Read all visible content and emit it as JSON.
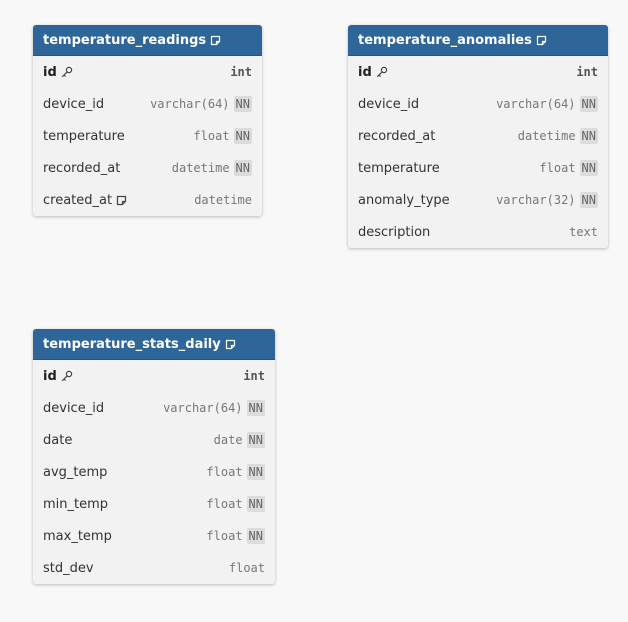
{
  "tables": [
    {
      "title": "temperature_readings",
      "rows": [
        {
          "name": "id",
          "type": "int",
          "nn": "",
          "pk": true,
          "note": false
        },
        {
          "name": "device_id",
          "type": "varchar(64)",
          "nn": "NN"
        },
        {
          "name": "temperature",
          "type": "float",
          "nn": "NN"
        },
        {
          "name": "recorded_at",
          "type": "datetime",
          "nn": "NN"
        },
        {
          "name": "created_at",
          "type": "datetime",
          "nn": "",
          "note": true
        }
      ]
    },
    {
      "title": "temperature_anomalies",
      "rows": [
        {
          "name": "id",
          "type": "int",
          "nn": "",
          "pk": true
        },
        {
          "name": "device_id",
          "type": "varchar(64)",
          "nn": "NN"
        },
        {
          "name": "recorded_at",
          "type": "datetime",
          "nn": "NN"
        },
        {
          "name": "temperature",
          "type": "float",
          "nn": "NN"
        },
        {
          "name": "anomaly_type",
          "type": "varchar(32)",
          "nn": "NN"
        },
        {
          "name": "description",
          "type": "text",
          "nn": ""
        }
      ]
    },
    {
      "title": "temperature_stats_daily",
      "rows": [
        {
          "name": "id",
          "type": "int",
          "nn": "",
          "pk": true
        },
        {
          "name": "device_id",
          "type": "varchar(64)",
          "nn": "NN"
        },
        {
          "name": "date",
          "type": "date",
          "nn": "NN"
        },
        {
          "name": "avg_temp",
          "type": "float",
          "nn": "NN"
        },
        {
          "name": "min_temp",
          "type": "float",
          "nn": "NN"
        },
        {
          "name": "max_temp",
          "type": "float",
          "nn": "NN"
        },
        {
          "name": "std_dev",
          "type": "float",
          "nn": ""
        }
      ]
    }
  ],
  "icons": {
    "header_note": "note-icon",
    "primary_key": "key-icon",
    "column_note": "note-icon"
  },
  "colors": {
    "header_bg": "#2f6699",
    "table_bg": "#f2f2f2",
    "canvas_bg": "#f8f8f8"
  }
}
